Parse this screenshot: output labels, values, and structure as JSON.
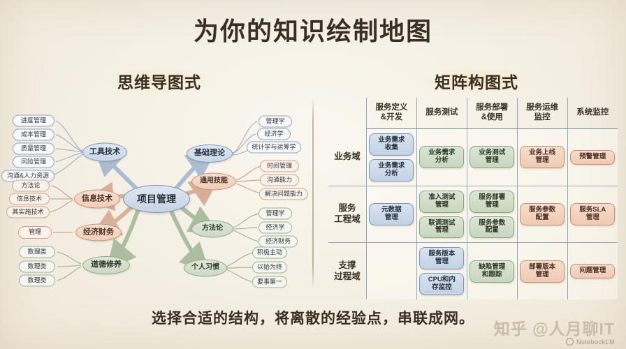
{
  "slide": {
    "title": "为你的知识绘制地图",
    "caption": "选择合适的结构，将离散的经验点，串联成网。",
    "watermark": "知乎 @人月聊IT",
    "brand": "NotebookLM"
  },
  "left_panel": {
    "title": "思维导图式",
    "center": "项目管理",
    "branches": [
      {
        "label": "工具技术",
        "color": "blue",
        "children": [
          "进度管理",
          "成本管理",
          "质量管理",
          "风险管理",
          "沟通&人力资源"
        ]
      },
      {
        "label": "信息技术",
        "color": "orange",
        "children": [
          "方法论",
          "信息技术",
          "其实施技术"
        ]
      },
      {
        "label": "经济财务",
        "color": "orange",
        "children": [
          "管理"
        ]
      },
      {
        "label": "道德修养",
        "color": "green",
        "children": [
          "数理类",
          "数理类",
          "数理类"
        ]
      },
      {
        "label": "基础理论",
        "color": "blue",
        "children": [
          "管理学",
          "经济学",
          "统计学与运筹学"
        ]
      },
      {
        "label": "通用技能",
        "color": "orange",
        "children": [
          "时间管理",
          "沟通能力",
          "解决问题能力"
        ]
      },
      {
        "label": "方法论",
        "color": "green",
        "children": [
          "管理学",
          "经济学",
          "经济财务"
        ]
      },
      {
        "label": "个人习惯",
        "color": "green",
        "children": [
          "积极主动",
          "以始为终",
          "要事第一"
        ]
      }
    ]
  },
  "right_panel": {
    "title": "矩阵构图式",
    "columns": [
      "服务定义\n&开发",
      "服务测试",
      "服务部署\n&使用",
      "服务运维\n监控",
      "系统监控"
    ],
    "rows": [
      {
        "label": "业务域",
        "cells": [
          [
            {
              "text": "业务需求\n收集",
              "color": "blue"
            },
            {
              "text": "业务需求\n分析",
              "color": "blue"
            }
          ],
          [
            {
              "text": "业务需求\n分析",
              "color": "green"
            }
          ],
          [
            {
              "text": "业务测试\n管理",
              "color": "green"
            }
          ],
          [
            {
              "text": "业务上线\n管理",
              "color": "orange"
            }
          ],
          [
            {
              "text": "预警管理",
              "color": "orange"
            }
          ]
        ]
      },
      {
        "label": "服务\n工程域",
        "cells": [
          [
            {
              "text": "元数据\n管理",
              "color": "blue"
            }
          ],
          [
            {
              "text": "准入测试\n管理",
              "color": "green"
            },
            {
              "text": "联调测试\n管理",
              "color": "green"
            }
          ],
          [
            {
              "text": "服务部署\n管理",
              "color": "green"
            },
            {
              "text": "服务参数\n配置",
              "color": "green"
            }
          ],
          [
            {
              "text": "服务参数\n配置",
              "color": "orange"
            }
          ],
          [
            {
              "text": "服务SLA\n管理",
              "color": "orange"
            }
          ]
        ]
      },
      {
        "label": "支撑\n过程域",
        "cells": [
          [],
          [
            {
              "text": "服务版本\n管理",
              "color": "blue"
            },
            {
              "text": "CPU和内\n存监控",
              "color": "blue"
            }
          ],
          [
            {
              "text": "缺陷管理\n和跟踪",
              "color": "green"
            }
          ],
          [
            {
              "text": "部署版本\n管理",
              "color": "orange"
            }
          ],
          [
            {
              "text": "问题管理",
              "color": "orange"
            }
          ]
        ]
      }
    ]
  },
  "colors": {
    "background": "#f3efe6",
    "text": "#3a2f23",
    "blue": "#c3d2e6",
    "green": "#c8d6bf",
    "orange": "#efcab3",
    "watermark": "#c9bda9"
  }
}
